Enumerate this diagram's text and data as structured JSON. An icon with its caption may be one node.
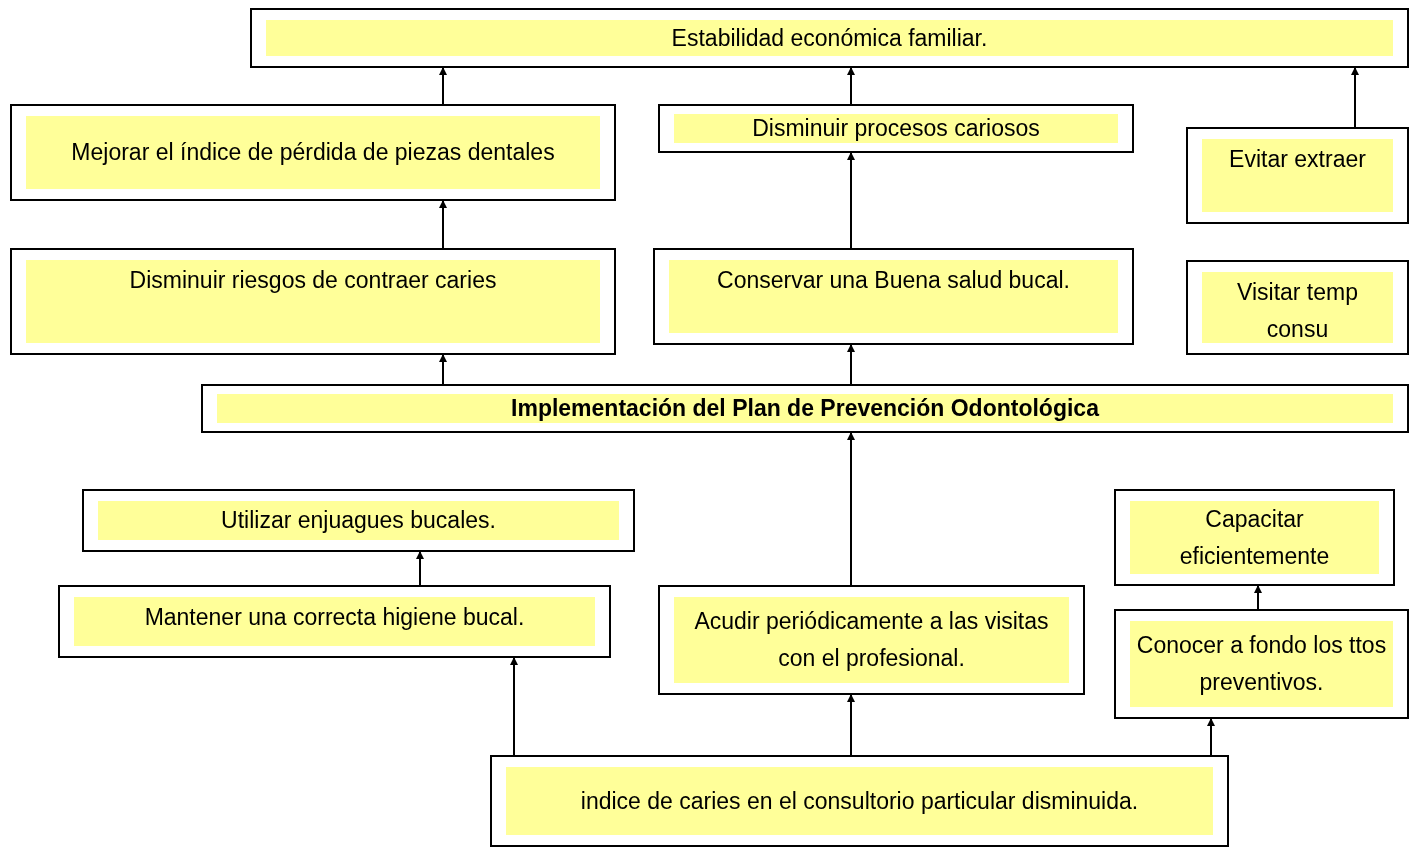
{
  "diagram": {
    "nodes": [
      {
        "text": [
          "Estabilidad económica familiar."
        ]
      },
      {
        "text": [
          "Mejorar el índice de pérdida de piezas dentales"
        ]
      },
      {
        "text": [
          "Disminuir procesos cariosos"
        ]
      },
      {
        "text": [
          "Evitar extraer"
        ]
      },
      {
        "text": [
          "Disminuir riesgos de contraer caries"
        ]
      },
      {
        "text": [
          "Conservar una Buena salud bucal."
        ]
      },
      {
        "text": [
          "Visitar temp consu"
        ]
      },
      {
        "text": [
          "Implementación del Plan de Prevención Odontológica"
        ]
      },
      {
        "text": [
          "Utilizar enjuagues bucales."
        ]
      },
      {
        "text": [
          "Capacitar eficientemente"
        ]
      },
      {
        "text": [
          "Mantener una correcta higiene bucal."
        ]
      },
      {
        "text": [
          "Acudir periódicamente a las visitas con el profesional."
        ]
      },
      {
        "text": [
          "Conocer a fondo los ttos preventivos."
        ]
      },
      {
        "text": [
          "indice de caries en el consultorio particular disminuida."
        ]
      }
    ],
    "edges": [
      {
        "from": 1,
        "to": 0,
        "arrow": "to"
      },
      {
        "from": 2,
        "to": 0,
        "arrow": "to"
      },
      {
        "from": 3,
        "to": 0,
        "arrow": "to"
      },
      {
        "from": 4,
        "to": 1,
        "arrow": "to"
      },
      {
        "from": 5,
        "to": 2,
        "arrow": "to"
      },
      {
        "from": 7,
        "to": 4,
        "arrow": "to"
      },
      {
        "from": 7,
        "to": 5,
        "arrow": "to"
      },
      {
        "from": 10,
        "to": 8,
        "arrow": "to"
      },
      {
        "from": 11,
        "to": 7,
        "arrow": "to"
      },
      {
        "from": 13,
        "to": 10,
        "arrow": "to"
      },
      {
        "from": 13,
        "to": 11,
        "arrow": "to"
      },
      {
        "from": 13,
        "to": 12,
        "arrow": "to"
      },
      {
        "from": 12,
        "to": 9,
        "arrow": "to"
      }
    ]
  }
}
